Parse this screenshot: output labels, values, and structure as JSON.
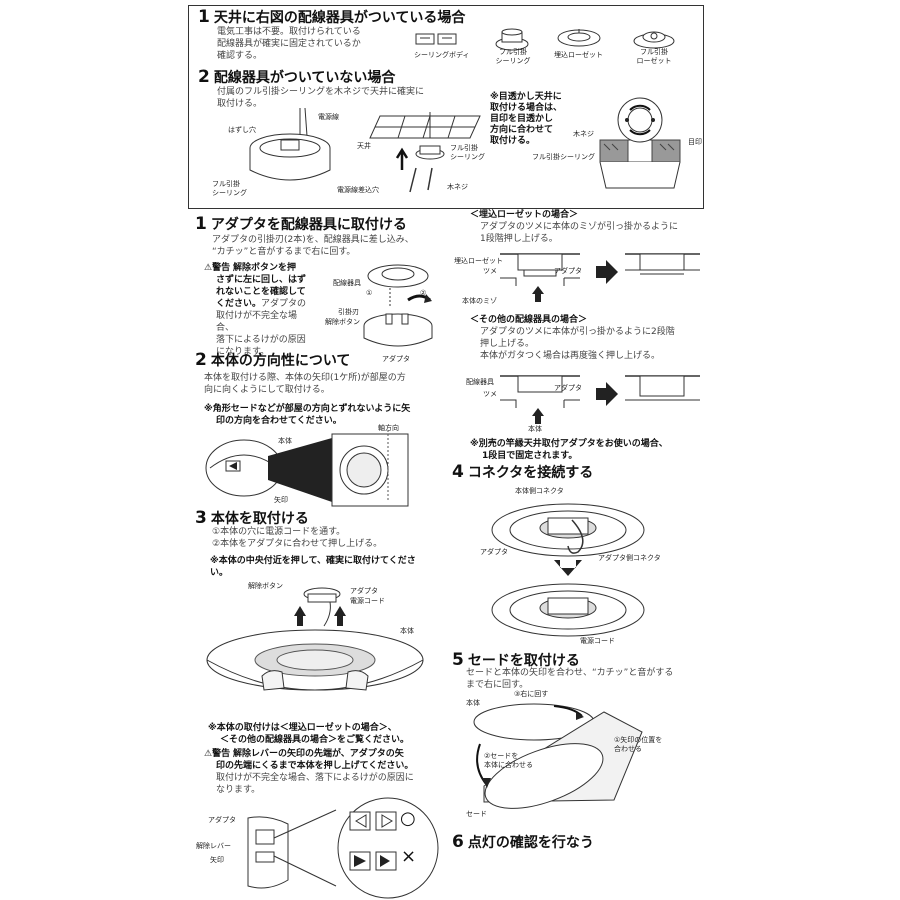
{
  "s1": {
    "num": "1",
    "title": "天井に右図の配線器具がついている場合",
    "text": [
      "電気工事は不要。取付けられている",
      "配線器具が確実に固定されているか",
      "確認する。"
    ],
    "labels": [
      "シーリングボディ",
      "フル引掛\nシーリング",
      "埋込ローゼット",
      "フル引掛\nローゼット"
    ]
  },
  "s2": {
    "num": "2",
    "title": "配線器具がついていない場合",
    "text": [
      "付属のフル引掛シーリングを木ネジで天井に確実に",
      "取付ける。"
    ],
    "note": [
      "※目透かし天井に",
      "取付ける場合は、",
      "目印を目透かし",
      "方向に合わせて",
      "取付ける。"
    ],
    "labels": {
      "power_wire": "電源線",
      "hole": "はずし穴",
      "full_ceiling": "フル引掛\nシーリング",
      "insert_hole": "電源線差込穴",
      "ceiling": "天井",
      "full_ceiling2": "フル引掛\nシーリング",
      "wood_screw": "木ネジ",
      "wood_screw2": "木ネジ",
      "mark": "目印",
      "full_ceiling3": "フル引掛シーリング"
    }
  },
  "step1": {
    "num": "1",
    "title": "アダプタを配線器具に取付ける",
    "text": [
      "アダプタの引掛刃(2本)を、配線器具に差し込み、",
      "“カチッ”と音がするまで右に回す。"
    ],
    "warning_head": "⚠警告",
    "warning": [
      "解除ボタンを押",
      "さずに左に回し、はず",
      "れないことを確認して",
      "ください。",
      "アダプタの",
      "取付けが不完全な場合、",
      "落下によるけがの原因",
      "になります。"
    ],
    "labels": {
      "fixture": "配線器具",
      "blade": "引掛刃",
      "release": "解除ボタン",
      "adapter": "アダプタ",
      "c1": "①",
      "c2": "②"
    }
  },
  "rosette": {
    "head": "＜埋込ローゼットの場合＞",
    "text": [
      "アダプタのツメに本体のミゾが引っ掛かるように",
      "1段階押し上げる。"
    ],
    "labels": {
      "rosette": "埋込ローゼット",
      "claw": "ツメ",
      "adapter": "アダプタ",
      "groove": "本体のミゾ"
    }
  },
  "other": {
    "head": "＜その他の配線器具の場合＞",
    "text": [
      "アダプタのツメに本体が引っ掛かるように2段階",
      "押し上げる。",
      "本体がガタつく場合は再度強く押し上げる。"
    ],
    "labels": {
      "fixture": "配線器具",
      "claw": "ツメ",
      "adapter": "アダプタ",
      "body": "本体"
    },
    "note": [
      "※別売の竿縁天井取付アダプタをお使いの場合、",
      "1段目で固定されます。"
    ]
  },
  "step2": {
    "num": "2",
    "title": "本体の方向性について",
    "text": [
      "本体を取付ける際、本体の矢印(1ケ所)が部屋の方",
      "向に向くようにして取付ける。"
    ],
    "note": [
      "※角形セードなどが部屋の方向とずれないように矢",
      "印の方向を合わせてください。"
    ],
    "labels": {
      "body": "本体",
      "axis": "軸方向",
      "arrow": "矢印"
    }
  },
  "step3": {
    "num": "3",
    "title": "本体を取付ける",
    "text": [
      "①本体の穴に電源コードを通す。",
      "②本体をアダプタに合わせて押し上げる。"
    ],
    "note": [
      "※本体の中央付近を押して、確実に取付けてくださ",
      "い。"
    ],
    "labels": {
      "release": "解除ボタン",
      "adapter": "アダプタ",
      "cord": "電源コード",
      "body": "本体"
    },
    "note2": [
      "※本体の取付けは＜埋込ローゼットの場合＞、",
      "＜その他の配線器具の場合＞をご覧ください。"
    ],
    "warning_head": "⚠警告",
    "warning": [
      "解除レバーの矢印の先端が、アダプタの矢",
      "印の先端にくるまで本体を押し上げてください。"
    ],
    "warning2": [
      "取付けが不完全な場合、落下によるけがの原因に",
      "なります。"
    ],
    "labels2": {
      "adapter": "アダプタ",
      "lever": "解除レバー",
      "arrow": "矢印",
      "ok": "○",
      "ng": "×"
    }
  },
  "step4": {
    "num": "4",
    "title": "コネクタを接続する",
    "labels": {
      "body_conn": "本体側コネクタ",
      "adapter": "アダプタ",
      "adapter_conn": "アダプタ側コネクタ",
      "cord": "電源コード"
    }
  },
  "step5": {
    "num": "5",
    "title": "セードを取付ける",
    "text": [
      "セードと本体の矢印を合わせ、“カチッ”と音がする",
      "まで右に回す。"
    ],
    "labels": {
      "body": "本体",
      "turn": "③右に回す",
      "align": "①矢印の位置を\n合わせる",
      "fit": "②セードを\n本体に合わせる",
      "shade": "セード"
    }
  },
  "step6": {
    "num": "6",
    "title": "点灯の確認を行なう"
  }
}
